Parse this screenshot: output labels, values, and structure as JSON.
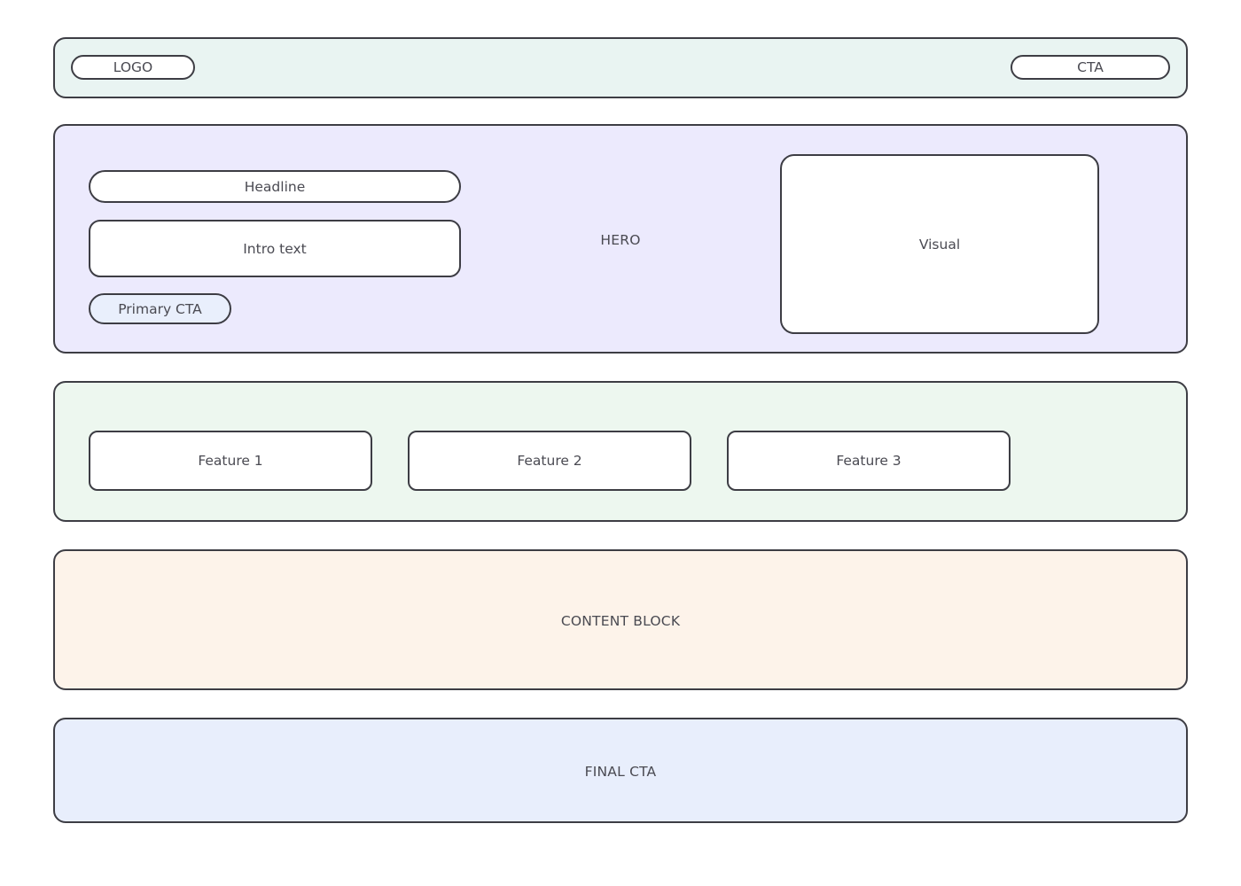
{
  "page": {
    "type": "landing-page-wireframe",
    "background": "#ffffff",
    "border_color": "#3d3d44",
    "text_color": "#4a4a52"
  },
  "header": {
    "label": "",
    "background": "#e9f4f2",
    "logo": "LOGO",
    "cta": "CTA"
  },
  "hero": {
    "label": "HERO",
    "background": "#eceafd",
    "headline": "Headline",
    "intro": "Intro text",
    "primary_cta": "Primary CTA",
    "primary_cta_fill": "#e9effc",
    "visual": "Visual"
  },
  "features": {
    "label": "",
    "background": "#edf7ef",
    "cards": [
      {
        "label": "Feature 1"
      },
      {
        "label": "Feature 2"
      },
      {
        "label": "Feature 3"
      }
    ]
  },
  "content": {
    "label": "CONTENT BLOCK",
    "background": "#fdf3ea"
  },
  "final_cta": {
    "label": "FINAL CTA",
    "background": "#e8eefc"
  }
}
